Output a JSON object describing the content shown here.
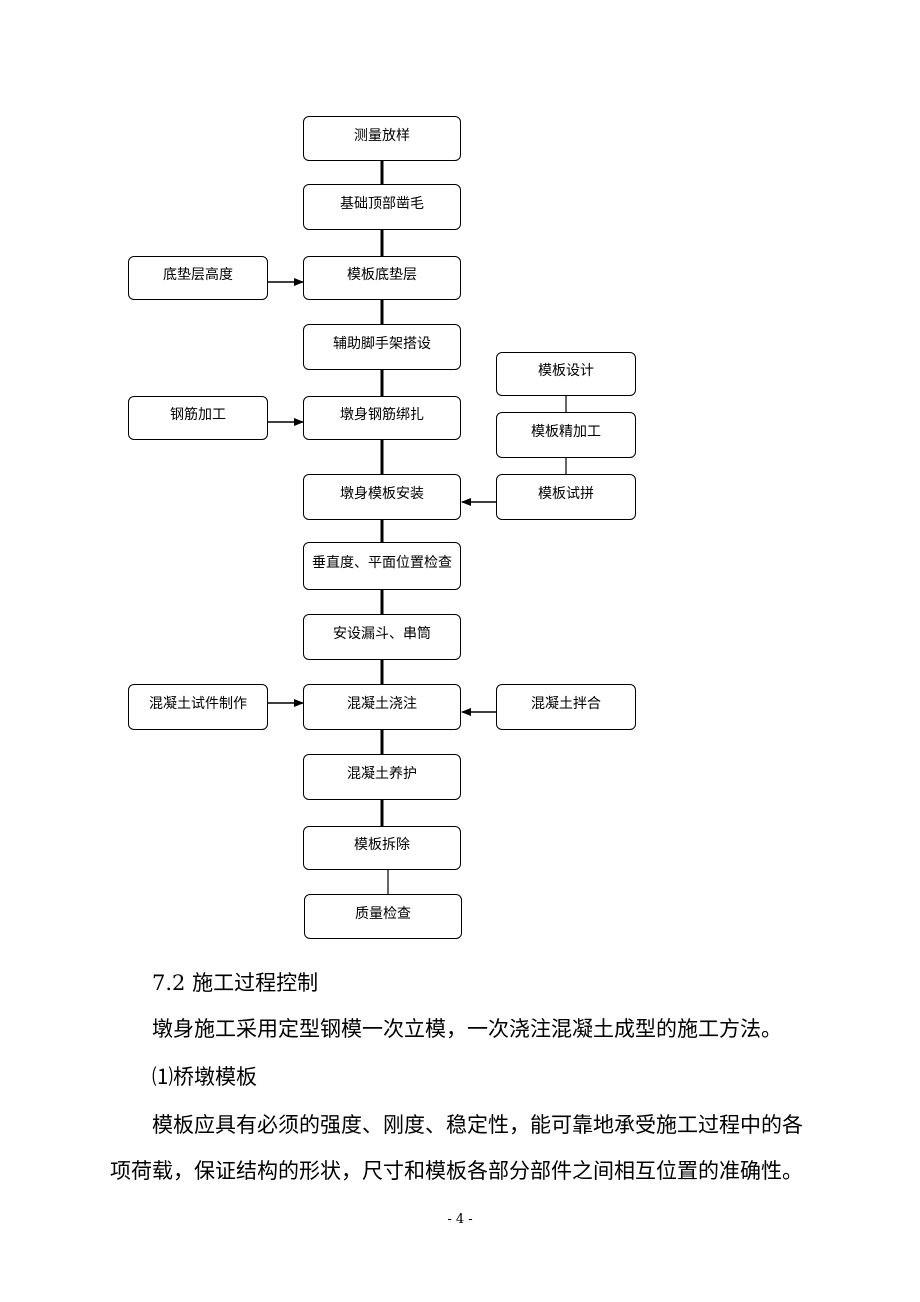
{
  "flowchart": {
    "main_steps": [
      "测量放样",
      "基础顶部凿毛",
      "模板底垫层",
      "辅助脚手架搭设",
      "墩身钢筋绑扎",
      "墩身模板安装",
      "垂直度、平面位置检查",
      "安设漏斗、串筒",
      "混凝土浇注",
      "混凝土养护",
      "模板拆除",
      "质量检查"
    ],
    "left_inputs": [
      "底垫层高度",
      "钢筋加工",
      "混凝土试件制作"
    ],
    "right_steps": [
      "模板设计",
      "模板精加工",
      "模板试拼"
    ],
    "right_input": "混凝土拌合"
  },
  "text": {
    "section_heading": "7.2 施工过程控制",
    "para1": "墩身施工采用定型钢模一次立模，一次浇注混凝土成型的施工方法。",
    "subheading": "⑴桥墩模板",
    "para2_line1": "模板应具有必须的强度、刚度、稳定性，能可靠地承受施工过程中的各",
    "para2_line2": "项荷载，保证结构的形状，尺寸和模板各部分部件之间相互位置的准确性。"
  },
  "page_number": "- 4 -"
}
